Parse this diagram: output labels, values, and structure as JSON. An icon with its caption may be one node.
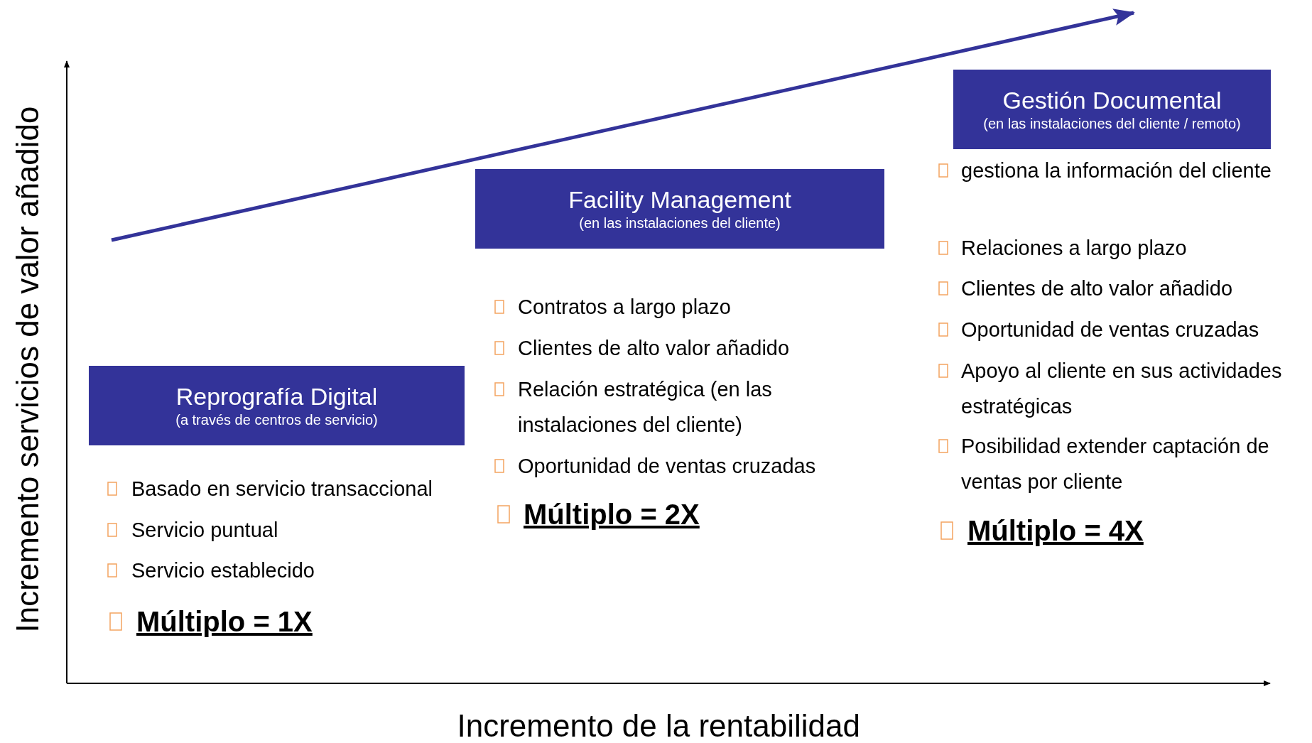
{
  "diagram": {
    "nodes": [
      {
        "text": [
          "Reprografía Digital",
          "(a través de centros de servicio)"
        ]
      },
      {
        "text": [
          "Facility Management",
          "(en las instalaciones del cliente)"
        ]
      },
      {
        "text": [
          "Gestión Documental",
          "(en las instalaciones del cliente / remoto)"
        ]
      }
    ],
    "labels": [
      "Incremento servicios de valor añadido",
      "Basado en servicio transaccional",
      "Servicio puntual",
      "Servicio establecido",
      "Múltiplo = 1X",
      "Contratos a largo plazo",
      "Clientes de alto valor añadido",
      "Relación estratégica (en las instalaciones del cliente)",
      "Oportunidad de ventas cruzadas",
      "Múltiplo = 2X",
      "gestiona la información del cliente",
      "Relaciones a largo plazo",
      "Clientes de alto valor añadido",
      "Oportunidad de ventas cruzadas",
      "Apoyo al cliente en sus actividades estratégicas",
      "Posibilidad extender captación de ventas por cliente",
      "Múltiplo = 4X",
      "Incremento de la rentabilidad"
    ]
  }
}
